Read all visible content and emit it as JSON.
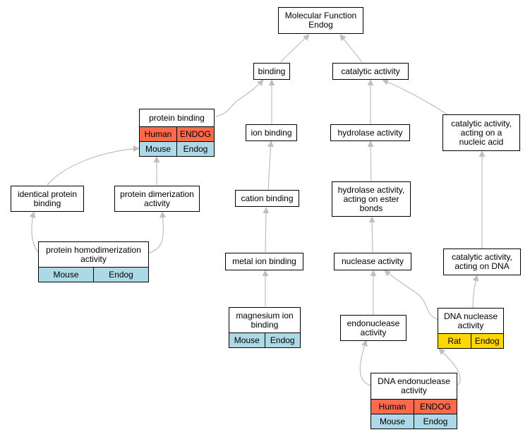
{
  "nodes": {
    "root": "Molecular Function\nEndog",
    "binding": "binding",
    "catalytic": "catalytic activity",
    "protein_binding": "protein binding",
    "ion_binding": "ion binding",
    "hydrolase": "hydrolase activity",
    "cat_nucleic": "catalytic activity,\nacting on a\nnucleic acid",
    "identical": "identical protein\nbinding",
    "dimerization": "protein dimerization\nactivity",
    "cation": "cation binding",
    "hydrolase_ester": "hydrolase activity,\nacting on ester\nbonds",
    "homodimer": "protein homodimerization\nactivity",
    "metal": "metal ion binding",
    "nuclease": "nuclease activity",
    "cat_dna": "catalytic activity,\nacting on DNA",
    "magnesium": "magnesium ion\nbinding",
    "endonuclease": "endonuclease\nactivity",
    "dna_nuclease": "DNA nuclease\nactivity",
    "dna_endonuclease": "DNA endonuclease\nactivity"
  },
  "annotations": {
    "protein_binding": [
      [
        "Human",
        "ENDOG"
      ],
      [
        "Mouse",
        "Endog"
      ]
    ],
    "homodimer": [
      [
        "Mouse",
        "Endog"
      ]
    ],
    "magnesium": [
      [
        "Mouse",
        "Endog"
      ]
    ],
    "dna_nuclease": [
      [
        "Rat",
        "Endog"
      ]
    ],
    "dna_endonuclease": [
      [
        "Human",
        "ENDOG"
      ],
      [
        "Mouse",
        "Endog"
      ]
    ]
  },
  "colors": {
    "Human": "#fb6a4a",
    "Mouse": "#add8e6",
    "Rat": "#ffd700",
    "edge": "#bfbfbf"
  }
}
